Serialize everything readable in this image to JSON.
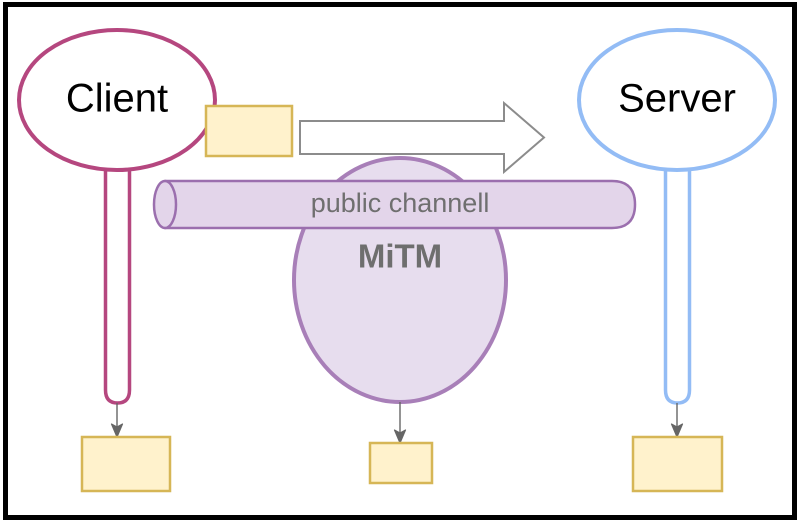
{
  "diagram": {
    "title_visible": false,
    "frame": {
      "border_color": "#000000",
      "background": "#ffffff"
    },
    "actors": [
      {
        "id": "client",
        "label": "Client",
        "shape": "balloon-ellipse-with-stem",
        "stroke": "#b5477f",
        "fill": "#ffffff",
        "text_color": "#000000"
      },
      {
        "id": "server",
        "label": "Server",
        "shape": "balloon-ellipse-with-stem",
        "stroke": "#93bcf5",
        "fill": "#ffffff",
        "text_color": "#000000"
      },
      {
        "id": "mitm",
        "label": "MiTM",
        "shape": "ellipse",
        "stroke": "#a87fb8",
        "fill": "#e7ddee",
        "text_color": "#6e6e6e"
      }
    ],
    "channel": {
      "label": "public channell",
      "shape": "cylinder",
      "stroke": "#9b6fae",
      "fill": "#e3d5ea",
      "text_color": "#6f6f6f"
    },
    "arrow": {
      "direction": "right",
      "label": "",
      "stroke": "#8c8c8c",
      "fill": "#ffffff"
    },
    "boxes": [
      {
        "id": "client-message-box",
        "label": "",
        "stroke": "#d6b656",
        "fill": "#fff2cc"
      },
      {
        "id": "client-output-box",
        "label": "",
        "stroke": "#d6b656",
        "fill": "#fff2cc"
      },
      {
        "id": "mitm-output-box",
        "label": "",
        "stroke": "#d6b656",
        "fill": "#fff2cc"
      },
      {
        "id": "server-output-box",
        "label": "",
        "stroke": "#d6b656",
        "fill": "#fff2cc"
      }
    ],
    "connectors": [
      {
        "id": "client-to-output",
        "from": "client",
        "to": "client-output-box",
        "style": "arrow",
        "stroke": "#666666"
      },
      {
        "id": "mitm-to-output",
        "from": "mitm",
        "to": "mitm-output-box",
        "style": "arrow",
        "stroke": "#666666"
      },
      {
        "id": "server-to-output",
        "from": "server",
        "to": "server-output-box",
        "style": "arrow",
        "stroke": "#666666"
      }
    ],
    "colors": {
      "client_stroke": "#b5477f",
      "server_stroke": "#93bcf5",
      "mitm_stroke": "#a87fb8",
      "mitm_fill": "#e7ddee",
      "channel_stroke": "#9b6fae",
      "channel_fill": "#e3d5ea",
      "box_stroke": "#d6b656",
      "box_fill": "#fff2cc",
      "connector": "#666666",
      "arrow_stroke": "#8c8c8c",
      "frame": "#000000"
    }
  }
}
